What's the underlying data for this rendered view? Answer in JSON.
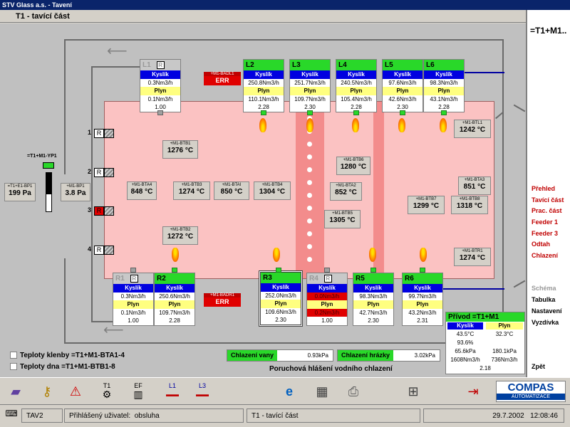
{
  "window": {
    "title": "STV Glass a.s. - Tavení"
  },
  "screen": {
    "title": "T1 - tavící část"
  },
  "side": {
    "header": "=T1+M1..",
    "nav": [
      "Přehled",
      "Tavící část",
      "Prac. část",
      "Feeder 1",
      "Feeder 3",
      "Odtah",
      "Chlazení"
    ],
    "nav2": [
      "Schéma",
      "Tabulka",
      "Nastavení",
      "Vyzdívka"
    ],
    "back": "Zpět"
  },
  "meters": {
    "btb1": {
      "tag": "+M1-BTB1",
      "val": "1276 °C"
    },
    "btb2": {
      "tag": "+M1-BTB2",
      "val": "1272 °C"
    },
    "bta4": {
      "tag": "+M1-BTA4",
      "val": "848 °C"
    },
    "btb3": {
      "tag": "+M1-BTB3",
      "val": "1274 °C"
    },
    "btai": {
      "tag": "+M1-BTAI",
      "val": "850 °C"
    },
    "btb4": {
      "tag": "+M1-BTB4",
      "val": "1304 °C"
    },
    "btb6": {
      "tag": "+M1-BTB6",
      "val": "1280 °C"
    },
    "bta2": {
      "tag": "+M1-BTA2",
      "val": "852 °C"
    },
    "btb5": {
      "tag": "+M1-BTB5",
      "val": "1305 °C"
    },
    "btl1": {
      "tag": "+M1-BTL1",
      "val": "1242 °C"
    },
    "bta3": {
      "tag": "+M1-BTA3",
      "val": "851 °C"
    },
    "btb7": {
      "tag": "+M1-BTB7",
      "val": "1299 °C"
    },
    "btb8": {
      "tag": "+M1-BTB8",
      "val": "1318 °C"
    },
    "btr1": {
      "tag": "+M1-BTR1",
      "val": "1274 °C"
    },
    "e1bp1": {
      "tag": "=T1+E1-BP1",
      "val": "199 Pa"
    },
    "m1bp1": {
      "tag": "+M1-BP1",
      "val": "3.8 Pa"
    }
  },
  "yp1": "=T1+M1-YP1",
  "errs": {
    "top": {
      "tag": "+M1-BADL1",
      "text": "ERR"
    },
    "bottom": {
      "tag": "+M1-BADR1",
      "text": "ERR"
    }
  },
  "burners": {
    "L1": {
      "name": "L1",
      "k": "Kyslík",
      "kv": "0.3Nm3/h",
      "p": "Plyn",
      "pv": "0.1Nm3/h",
      "r": "1.00",
      "r_tag": "R"
    },
    "L2": {
      "name": "L2",
      "k": "Kyslík",
      "kv": "250.8Nm3/h",
      "p": "Plyn",
      "pv": "110.1Nm3/h",
      "r": "2.28"
    },
    "L3": {
      "name": "L3",
      "k": "Kyslík",
      "kv": "251.7Nm3/h",
      "p": "Plyn",
      "pv": "109.7Nm3/h",
      "r": "2.30"
    },
    "L4": {
      "name": "L4",
      "k": "Kyslík",
      "kv": "240.5Nm3/h",
      "p": "Plyn",
      "pv": "105.4Nm3/h",
      "r": "2.28"
    },
    "L5": {
      "name": "L5",
      "k": "Kyslík",
      "kv": "97.6Nm3/h",
      "p": "Plyn",
      "pv": "42.6Nm3/h",
      "r": "2.30"
    },
    "L6": {
      "name": "L6",
      "k": "Kyslík",
      "kv": "98.3Nm3/h",
      "p": "Plyn",
      "pv": "43.1Nm3/h",
      "r": "2.28"
    },
    "R1": {
      "name": "R1",
      "k": "Kyslík",
      "kv": "0.3Nm3/h",
      "p": "Plyn",
      "pv": "0.1Nm3/h",
      "r": "1.00",
      "r_tag": "R"
    },
    "R2": {
      "name": "R2",
      "k": "Kyslík",
      "kv": "250.6Nm3/h",
      "p": "Plyn",
      "pv": "109.7Nm3/h",
      "r": "2.28"
    },
    "R3": {
      "name": "R3",
      "k": "Kyslík",
      "kv": "252.0Nm3/h",
      "p": "Plyn",
      "pv": "109.6Nm3/h",
      "r": "2.30"
    },
    "R4": {
      "name": "R4",
      "k": "Kyslík",
      "kv": "0.0Nm3/h",
      "p": "Plyn",
      "pv": "0.2Nm3/h",
      "r": "1.00",
      "r_tag": "R"
    },
    "R5": {
      "name": "R5",
      "k": "Kyslík",
      "kv": "98.3Nm3/h",
      "p": "Plyn",
      "pv": "42.7Nm3/h",
      "r": "2.30"
    },
    "R6": {
      "name": "R6",
      "k": "Kyslík",
      "kv": "99.7Nm3/h",
      "p": "Plyn",
      "pv": "43.2Nm3/h",
      "r": "2.31"
    }
  },
  "ports": [
    {
      "n": "1",
      "r": "R"
    },
    {
      "n": "2",
      "r": "R"
    },
    {
      "n": "3",
      "r": "R"
    },
    {
      "n": "4",
      "r": "R"
    }
  ],
  "cooling": {
    "vany_label": "Chlazení vany",
    "vany_val": "0.93kPa",
    "hrazky_label": "Chlazení hrázky",
    "hrazky_val": "3.02kPa",
    "fault": "Poruchová hlášení vodního chlazení"
  },
  "legend": {
    "a": "Teploty klenby =T1+M1-BTA1-4",
    "b": "Teploty dna =T1+M1-BTB1-8"
  },
  "privod": {
    "title": "Přívod =T1+M1",
    "k": "Kyslík",
    "p": "Plyn",
    "k1": "43.5°C",
    "p1": "32.3°C",
    "k2": "93.6%",
    "k3": "65.6kPa",
    "p3": "180.1kPa",
    "k4": "1608Nm3/h",
    "p4": "736Nm3/h",
    "r": "2.18"
  },
  "toolbar": {
    "t1": "T1",
    "ef": "EF",
    "l1": "L1",
    "l3": "L3",
    "brand": "COMPAS",
    "brand_sub": "AUTOMATIZACE"
  },
  "statusbar": {
    "station": "TAV2",
    "user_label": "Přihlášený uživatel:",
    "user": "obsluha",
    "screen": "T1 - tavící část",
    "date": "29.7.2002",
    "time": "12:08:46"
  }
}
